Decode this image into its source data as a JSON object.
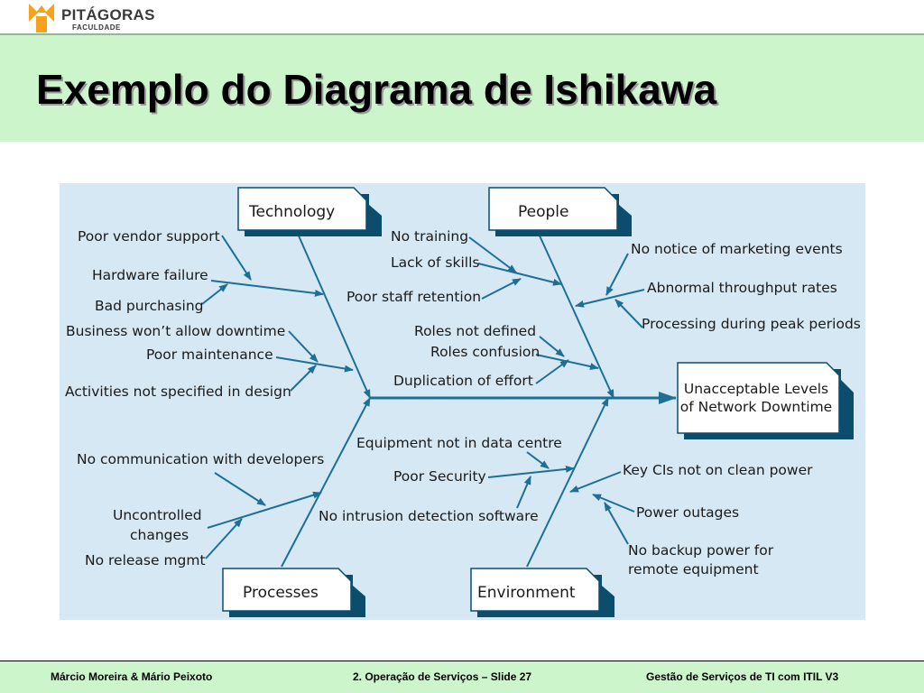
{
  "header": {
    "brand_name": "PITÁGORAS",
    "brand_sub": "FACULDADE",
    "title": "Exemplo do Diagrama de Ishikawa"
  },
  "colors": {
    "title_band": "#ccf5cc",
    "diagram_bg": "#d6e8f3",
    "arrow": "#1d6f95",
    "logo_orange": "#f7a21b"
  },
  "diagram": {
    "effect": [
      "Unacceptable Levels",
      "of Network Downtime"
    ],
    "categories": {
      "technology": "Technology",
      "people": "People",
      "processes": "Processes",
      "environment": "Environment"
    },
    "technology_causes": [
      "Poor vendor support",
      "Hardware failure",
      "Bad purchasing",
      "Business won’t allow downtime",
      "Poor maintenance",
      "Activities not specified in design"
    ],
    "people_causes": [
      "No training",
      "Lack of skills",
      "Poor staff retention",
      "Roles not defined",
      "Roles confusion",
      "Duplication of effort",
      "No notice of marketing events",
      "Abnormal throughput rates",
      "Processing during peak periods"
    ],
    "processes_causes": [
      "No communication with developers",
      "Uncontrolled",
      "changes",
      "No release mgmt"
    ],
    "environment_causes": [
      "Equipment not in data centre",
      "Poor Security",
      "No intrusion detection software",
      "Key CIs not on clean power",
      "Power outages",
      "No backup power for",
      "remote equipment"
    ]
  },
  "footer": {
    "authors": "Márcio Moreira & Mário Peixoto",
    "slide": "2. Operação de Serviços – Slide 27",
    "course": "Gestão de Serviços de TI com ITIL V3"
  }
}
